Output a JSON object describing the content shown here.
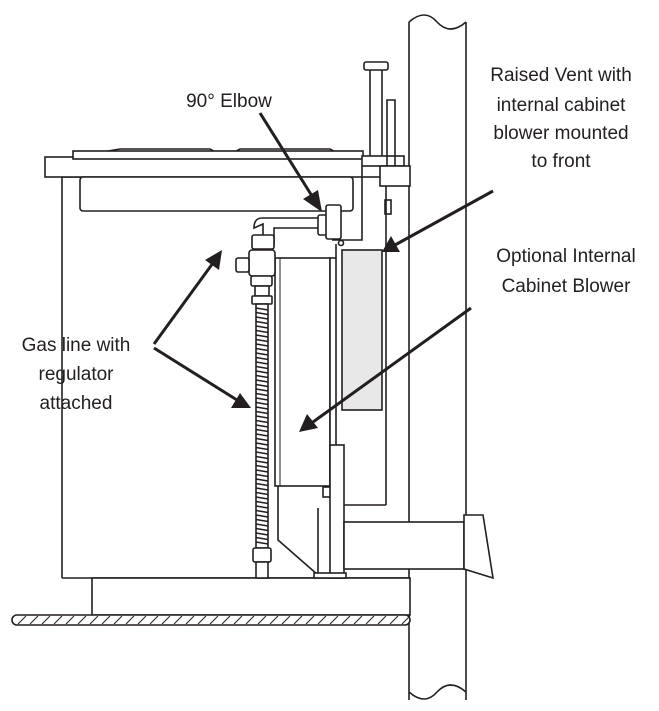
{
  "labels": {
    "elbow": "90° Elbow",
    "raised_vent": [
      "Raised Vent with",
      "internal cabinet",
      "blower mounted",
      "to front"
    ],
    "internal_blower": [
      "Optional Internal",
      "Cabinet Blower"
    ],
    "gas_line": [
      "Gas line with",
      "regulator",
      "attached"
    ]
  },
  "colors": {
    "line": "#231f20",
    "background": "#ffffff",
    "panel_fill": "#e8e8e8"
  }
}
